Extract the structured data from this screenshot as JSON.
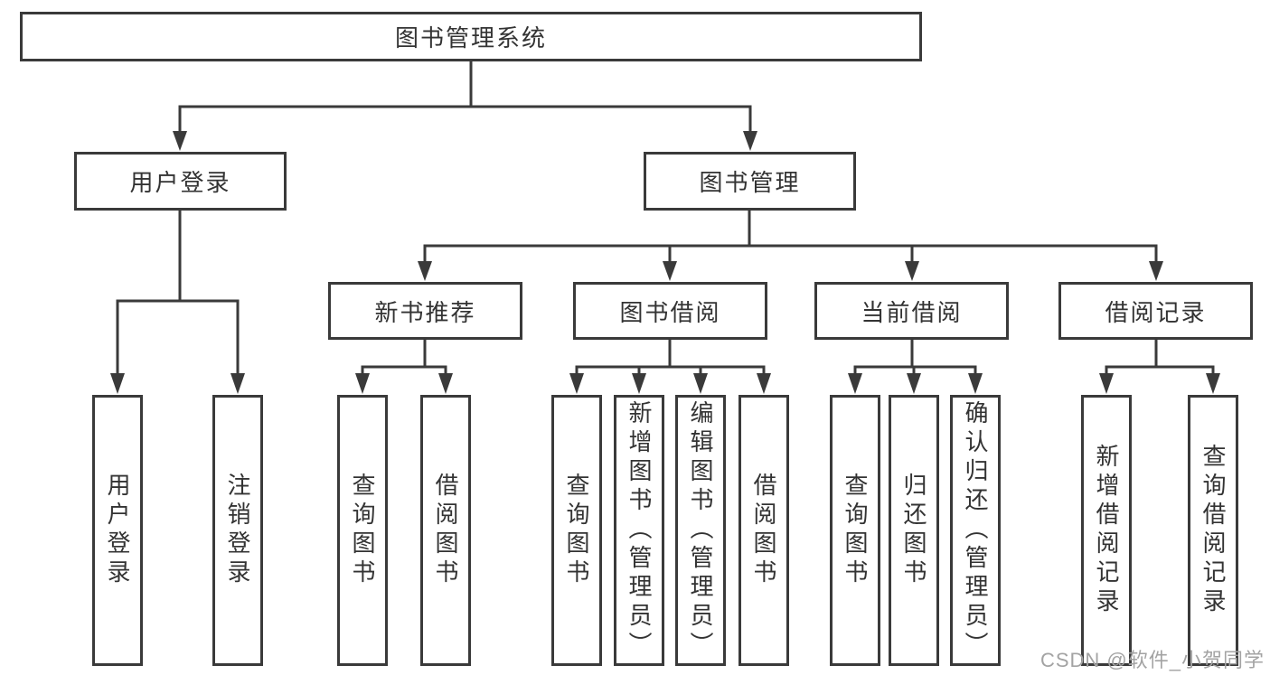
{
  "diagram": {
    "root": "图书管理系统",
    "level1": [
      {
        "label": "用户登录"
      },
      {
        "label": "图书管理"
      }
    ],
    "level2": [
      {
        "label": "新书推荐"
      },
      {
        "label": "图书借阅"
      },
      {
        "label": "当前借阅"
      },
      {
        "label": "借阅记录"
      }
    ],
    "leaves": [
      {
        "label": "用户登录"
      },
      {
        "label": "注销登录"
      },
      {
        "label": "查询图书"
      },
      {
        "label": "借阅图书"
      },
      {
        "label": "查询图书"
      },
      {
        "label": "新增图书（管理员）"
      },
      {
        "label": "编辑图书（管理员）"
      },
      {
        "label": "借阅图书"
      },
      {
        "label": "查询图书"
      },
      {
        "label": "归还图书"
      },
      {
        "label": "确认归还（管理员）"
      },
      {
        "label": "新增借阅记录"
      },
      {
        "label": "查询借阅记录"
      }
    ]
  },
  "watermark": {
    "text": "CSDN @软件_小贺同学"
  },
  "colors": {
    "line": "#3a3a3a",
    "text": "#333333",
    "watermark": "#a3a3a3",
    "background": "#ffffff"
  }
}
